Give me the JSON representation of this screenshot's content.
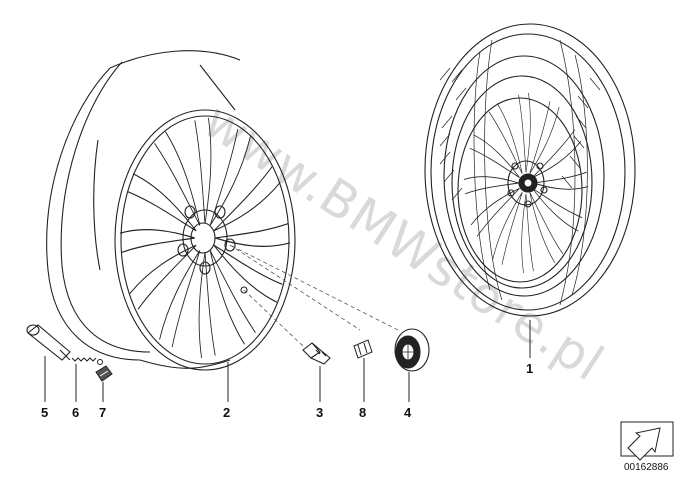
{
  "watermark": "www.BMWstore.pl",
  "callouts": [
    {
      "id": "callout-1",
      "text": "1"
    },
    {
      "id": "callout-2",
      "text": "2"
    },
    {
      "id": "callout-3",
      "text": "3"
    },
    {
      "id": "callout-4",
      "text": "4"
    },
    {
      "id": "callout-5",
      "text": "5"
    },
    {
      "id": "callout-6",
      "text": "6"
    },
    {
      "id": "callout-7",
      "text": "7"
    },
    {
      "id": "callout-8",
      "text": "8"
    }
  ],
  "reference_number": "00162886",
  "icons": {
    "orientation": "arrow-icon"
  }
}
